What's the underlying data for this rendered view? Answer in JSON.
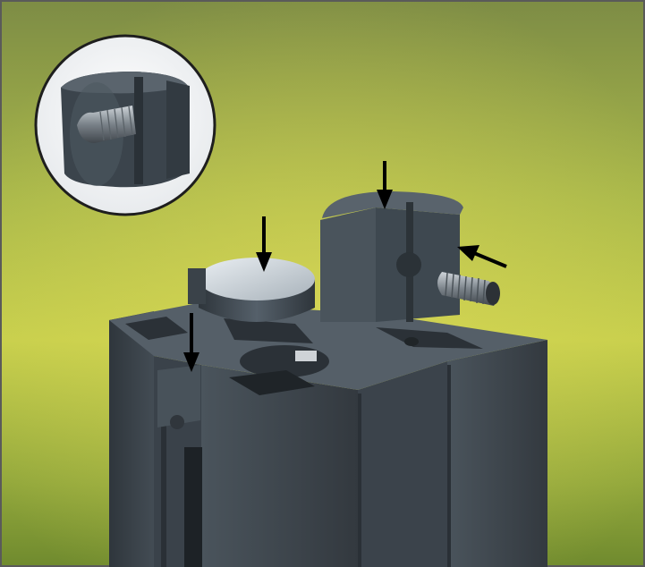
{
  "figure": {
    "subject": "aluminium-fence-post-assembly-illustration",
    "arrow_count": 4,
    "inset": "detail-of-clamp-insert-with-set-screw"
  },
  "colors": {
    "post": "#3f4850",
    "post_light": "#56616a",
    "post_dark": "#2a3138",
    "grass_light": "#c9d24a",
    "grass_dark": "#6f8a2a",
    "sky_top": "#7f8f4a",
    "frame": "#6a6a6a",
    "arrow": "#000000"
  }
}
